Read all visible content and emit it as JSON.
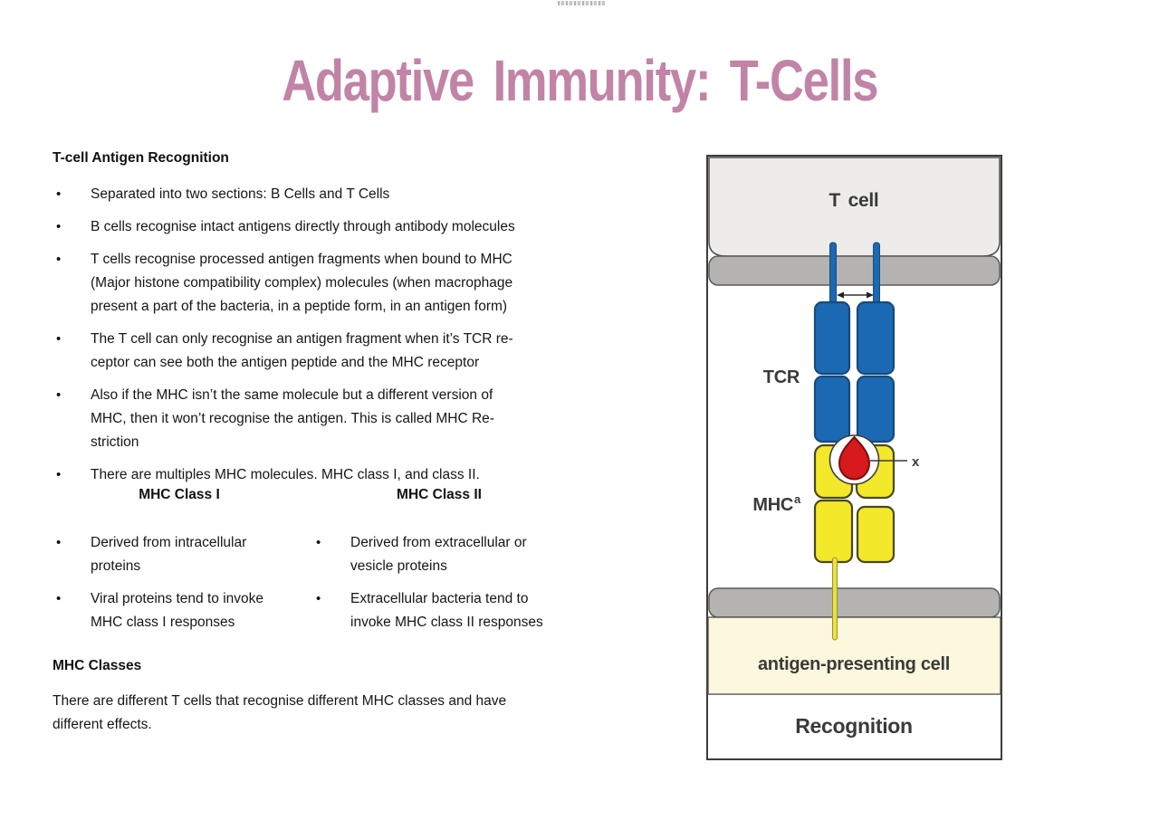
{
  "page": {
    "title": "Adaptive Immunity: T-Cells",
    "title_color": "#c183a6"
  },
  "notes": {
    "bullet_char": "•",
    "section1_heading": "T-cell Antigen Recognition",
    "bullets": [
      "Separated into two sections: B Cells and T Cells",
      "B cells recognise intact antigens directly through antibody molecules",
      "T cells recognise processed antigen fragments when bound to MHC\n(Major histone compatibility complex) molecules (when macrophage\npresent a part of the bacteria, in a peptide form, in an antigen form)",
      "The T cell can only recognise an antigen fragment when it’s TCR re-\nceptor can see both the antigen peptide and the MHC receptor",
      "Also if the MHC isn’t the same molecule but a different version of\nMHC, then it won’t recognise the antigen. This is called MHC Re-\nstriction",
      "There are multiples MHC molecules. MHC class I, and class II."
    ],
    "mhc_columns": {
      "left_header": "MHC Class I",
      "right_header": "MHC Class II",
      "left_bullets": [
        "Derived from intracellular\nproteins",
        "Viral proteins tend to invoke\nMHC class I responses"
      ],
      "right_bullets": [
        "Derived from extracellular or\nvesicle proteins",
        "Extracellular bacteria tend to\ninvoke MHC class II responses"
      ]
    },
    "section2_heading": "MHC Classes",
    "section2_paragraph": "There are different T cells that recognise different MHC classes and have\ndifferent effects."
  },
  "diagram": {
    "labels": {
      "t_cell": "T cell",
      "tcr": "TCR",
      "mhc": "MHC",
      "mhc_sup": "a",
      "antigen": "x",
      "apc": "antigen-presenting cell",
      "caption": "Recognition"
    },
    "colors": {
      "tcr_blue": "#1b69b2",
      "tcr_blue_dark": "#174a7c",
      "mhc_yellow": "#f3e829",
      "mhc_yellow_dark": "#4a481c",
      "antigen_red": "#d5191c",
      "antigen_red_dark": "#7c0d10",
      "membrane_gray": "#b5b3b1",
      "t_cell_fill": "#edecea",
      "apc_fill": "#fbf8dd"
    }
  }
}
